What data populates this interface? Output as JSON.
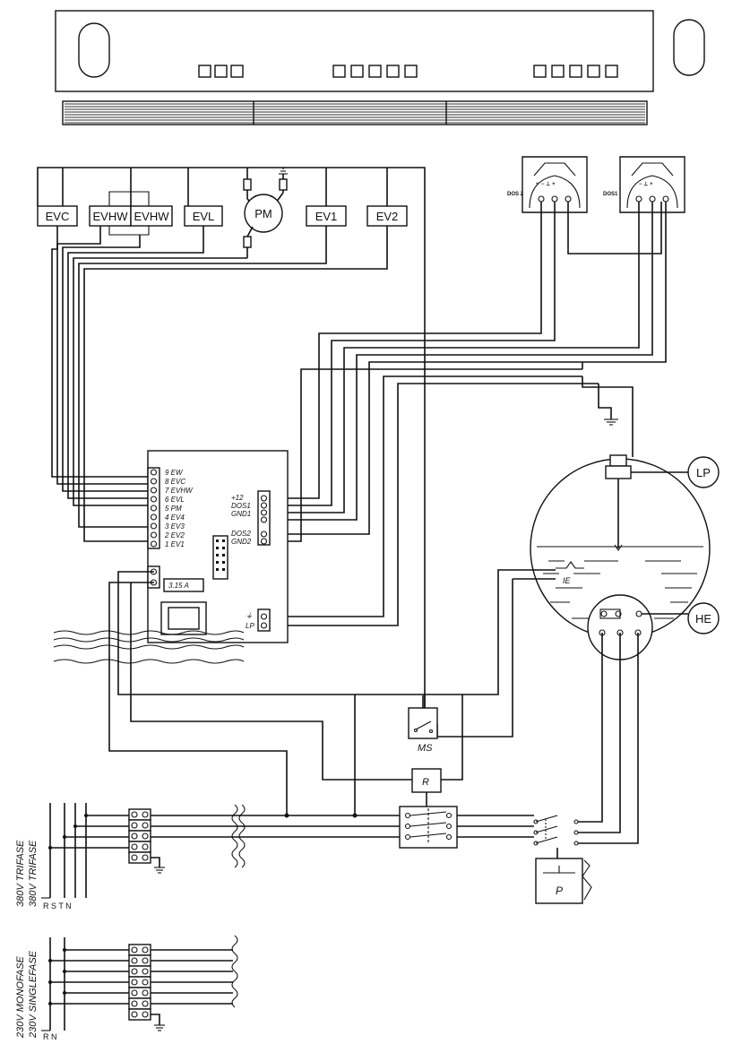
{
  "components": {
    "evc": "EVC",
    "evhw_a": "EVHW",
    "evhw_b": "EVHW",
    "evl": "EVL",
    "pm": "PM",
    "ev1": "EV1",
    "ev2": "EV2",
    "dos2": "DOS 2",
    "dos1": "DOS1",
    "lp": "LP",
    "he": "HE",
    "ie": "IE",
    "ms": "MS",
    "r": "R",
    "p": "P",
    "fuse": "3.15 A"
  },
  "board": {
    "left_terminals": [
      "9  EW",
      "8  EVC",
      "7  EVHW",
      "6  EVL",
      "5  PM",
      "4  EV4",
      "3  EV3",
      "2  EV2",
      "1  EV1"
    ],
    "right_terminals": [
      "+12",
      "DOS1",
      "GND1",
      "DOS2",
      "GND2"
    ],
    "lp_terminal": "LP"
  },
  "power": {
    "three_phase_line1": "380V TRIFASE",
    "three_phase_line2": "380V TRIFASE",
    "three_phase_pins": "R  S  T  N",
    "single_phase_line1": "230V MONOFASE",
    "single_phase_line2": "230V SINGLEFASE",
    "single_phase_pins": "R  N"
  }
}
